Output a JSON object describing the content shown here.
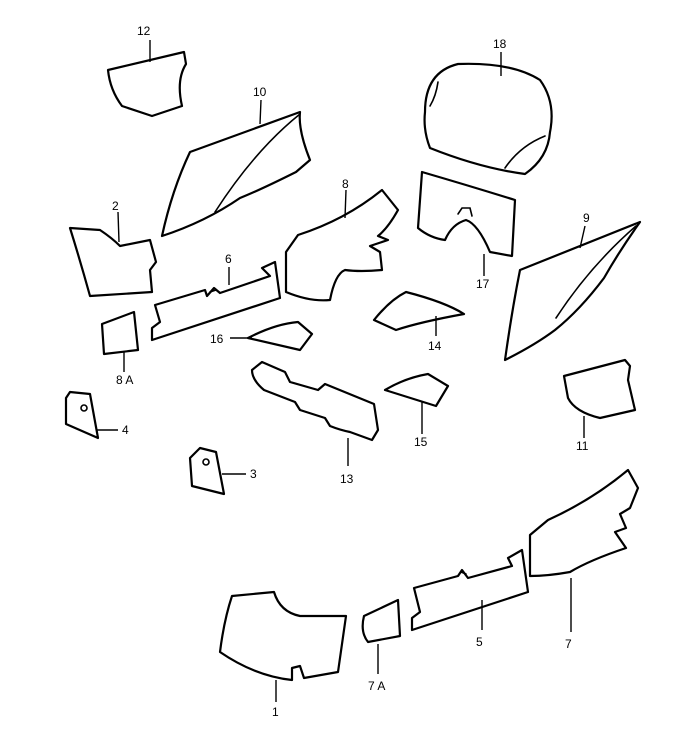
{
  "diagram": {
    "background": "#ffffff",
    "line_color": "#000000",
    "callouts": {
      "p1": "1",
      "p2": "2",
      "p3": "3",
      "p4": "4",
      "p5": "5",
      "p6": "6",
      "p7": "7",
      "p7a": "7 A",
      "p8": "8",
      "p8a": "8 A",
      "p9": "9",
      "p10": "10",
      "p11": "11",
      "p12": "12",
      "p13": "13",
      "p14": "14",
      "p15": "15",
      "p16": "16",
      "p17": "17",
      "p18": "18"
    }
  }
}
